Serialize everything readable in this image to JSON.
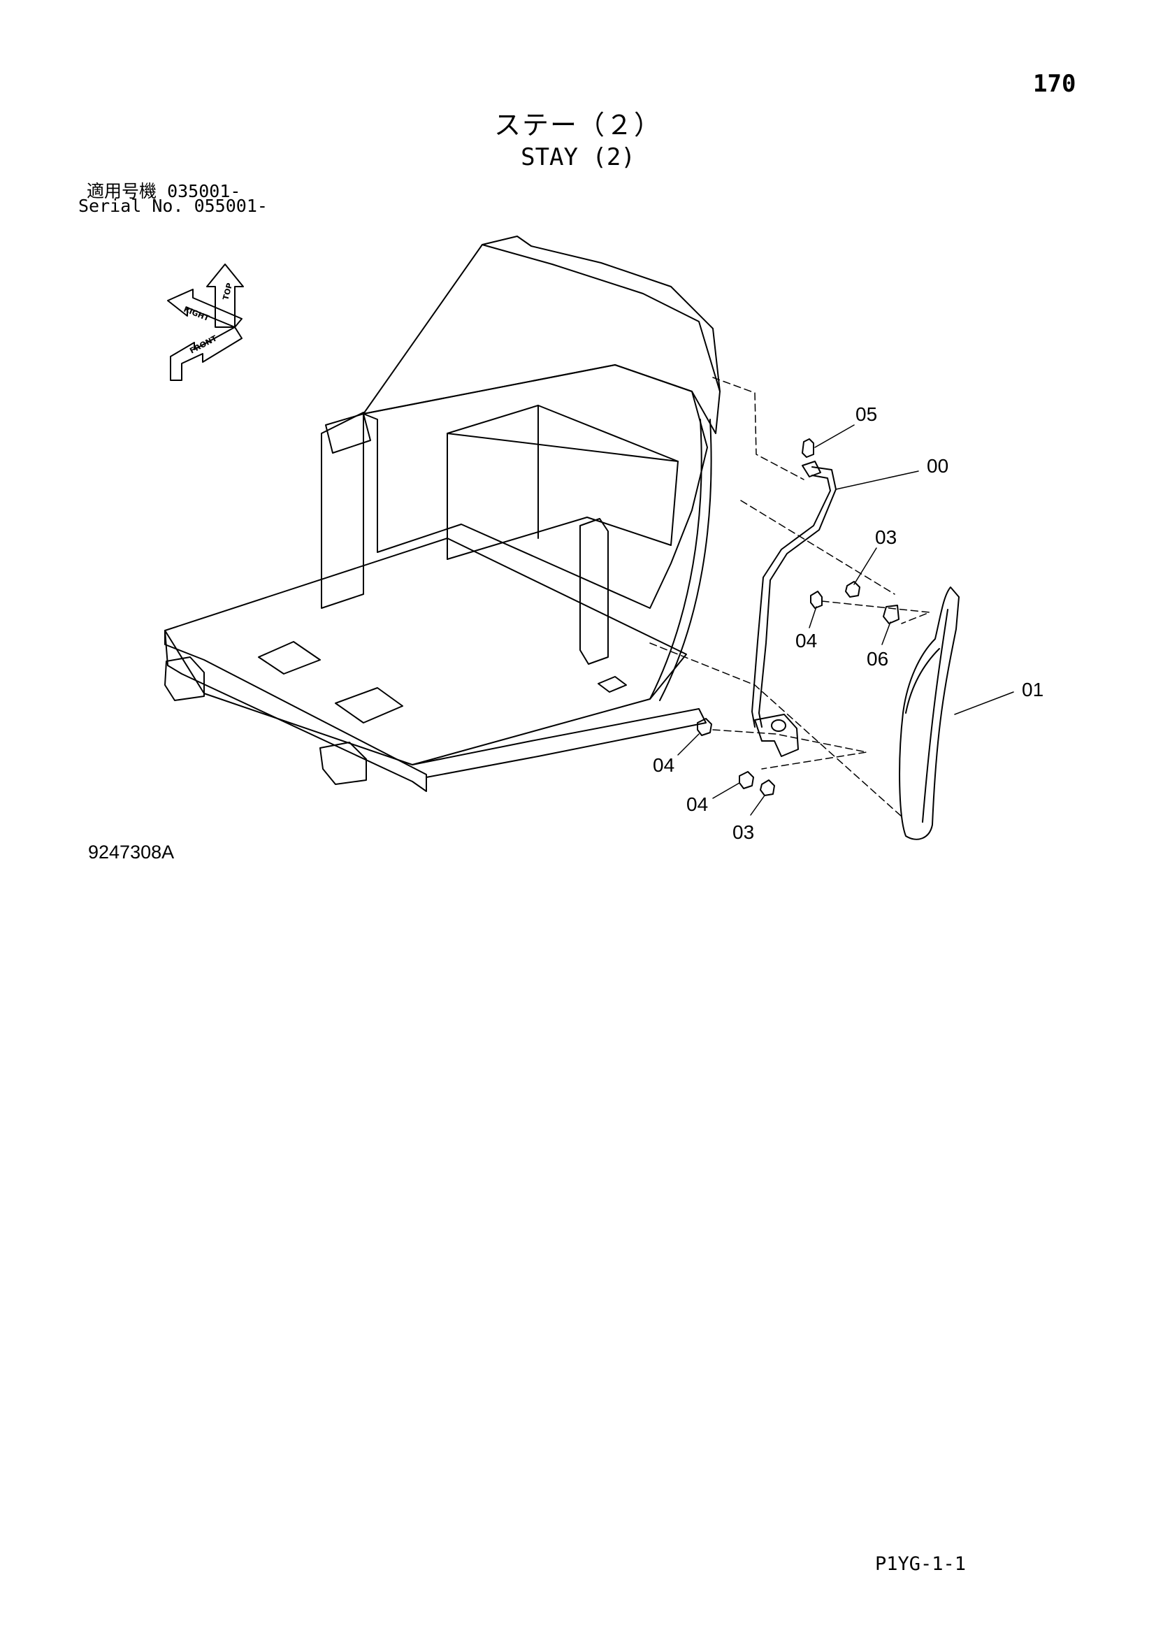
{
  "header": {
    "page_number": "170",
    "title_jp": "ステー（２）",
    "title_en": "STAY (2)"
  },
  "serial": {
    "jp_label": "適用号機",
    "jp_value": "035001-",
    "en_label": "Serial No.",
    "en_value": "055001-"
  },
  "orientation": {
    "labels": [
      "TOP",
      "RIGHT",
      "FRONT"
    ]
  },
  "callouts": {
    "c05": "05",
    "c00": "00",
    "c03a": "03",
    "c04a": "04",
    "c06": "06",
    "c01": "01",
    "c04b": "04",
    "c04c": "04",
    "c03b": "03"
  },
  "footer": {
    "drawing_number": "9247308A",
    "page_code": "P1YG-1-1"
  }
}
